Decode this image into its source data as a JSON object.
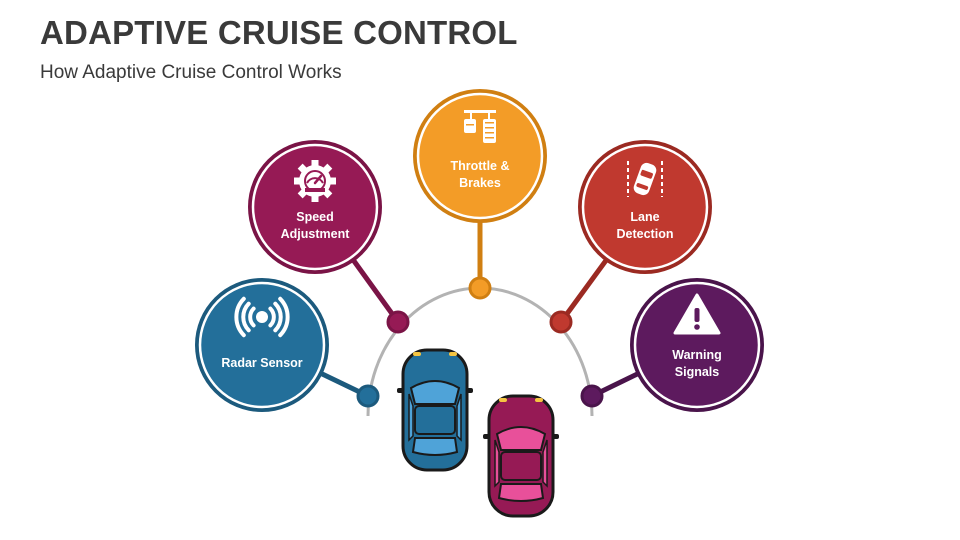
{
  "header": {
    "title": "ADAPTIVE CRUISE CONTROL",
    "subtitle": "How Adaptive Cruise Control Works"
  },
  "nodes": [
    {
      "id": "radar-sensor",
      "lines": [
        "Radar Sensor"
      ],
      "icon": "radar-signal-icon",
      "color": "#236f9a",
      "ring": "#1c5a7d"
    },
    {
      "id": "speed-adjustment",
      "lines": [
        "Speed",
        "Adjustment"
      ],
      "icon": "speedometer-gear-icon",
      "color": "#961a55",
      "ring": "#7a1446"
    },
    {
      "id": "throttle-brakes",
      "lines": [
        "Throttle &",
        "Brakes"
      ],
      "icon": "pedals-icon",
      "color": "#f39c27",
      "ring": "#d07f12"
    },
    {
      "id": "lane-detection",
      "lines": [
        "Lane",
        "Detection"
      ],
      "icon": "car-lane-icon",
      "color": "#c0392f",
      "ring": "#9b2a22"
    },
    {
      "id": "warning-signals",
      "lines": [
        "Warning",
        "Signals"
      ],
      "icon": "warning-triangle-icon",
      "color": "#5d1a5e",
      "ring": "#4a144b"
    }
  ],
  "cars": [
    {
      "id": "car-blue",
      "icon": "blue-car-icon",
      "body": "#236f9a",
      "glass": "#4fa3d8"
    },
    {
      "id": "car-magenta",
      "icon": "magenta-car-icon",
      "body": "#961a55",
      "glass": "#e8509a"
    }
  ],
  "colors": {
    "arc": "#b3b3b3",
    "text": "#3a3a3a"
  }
}
